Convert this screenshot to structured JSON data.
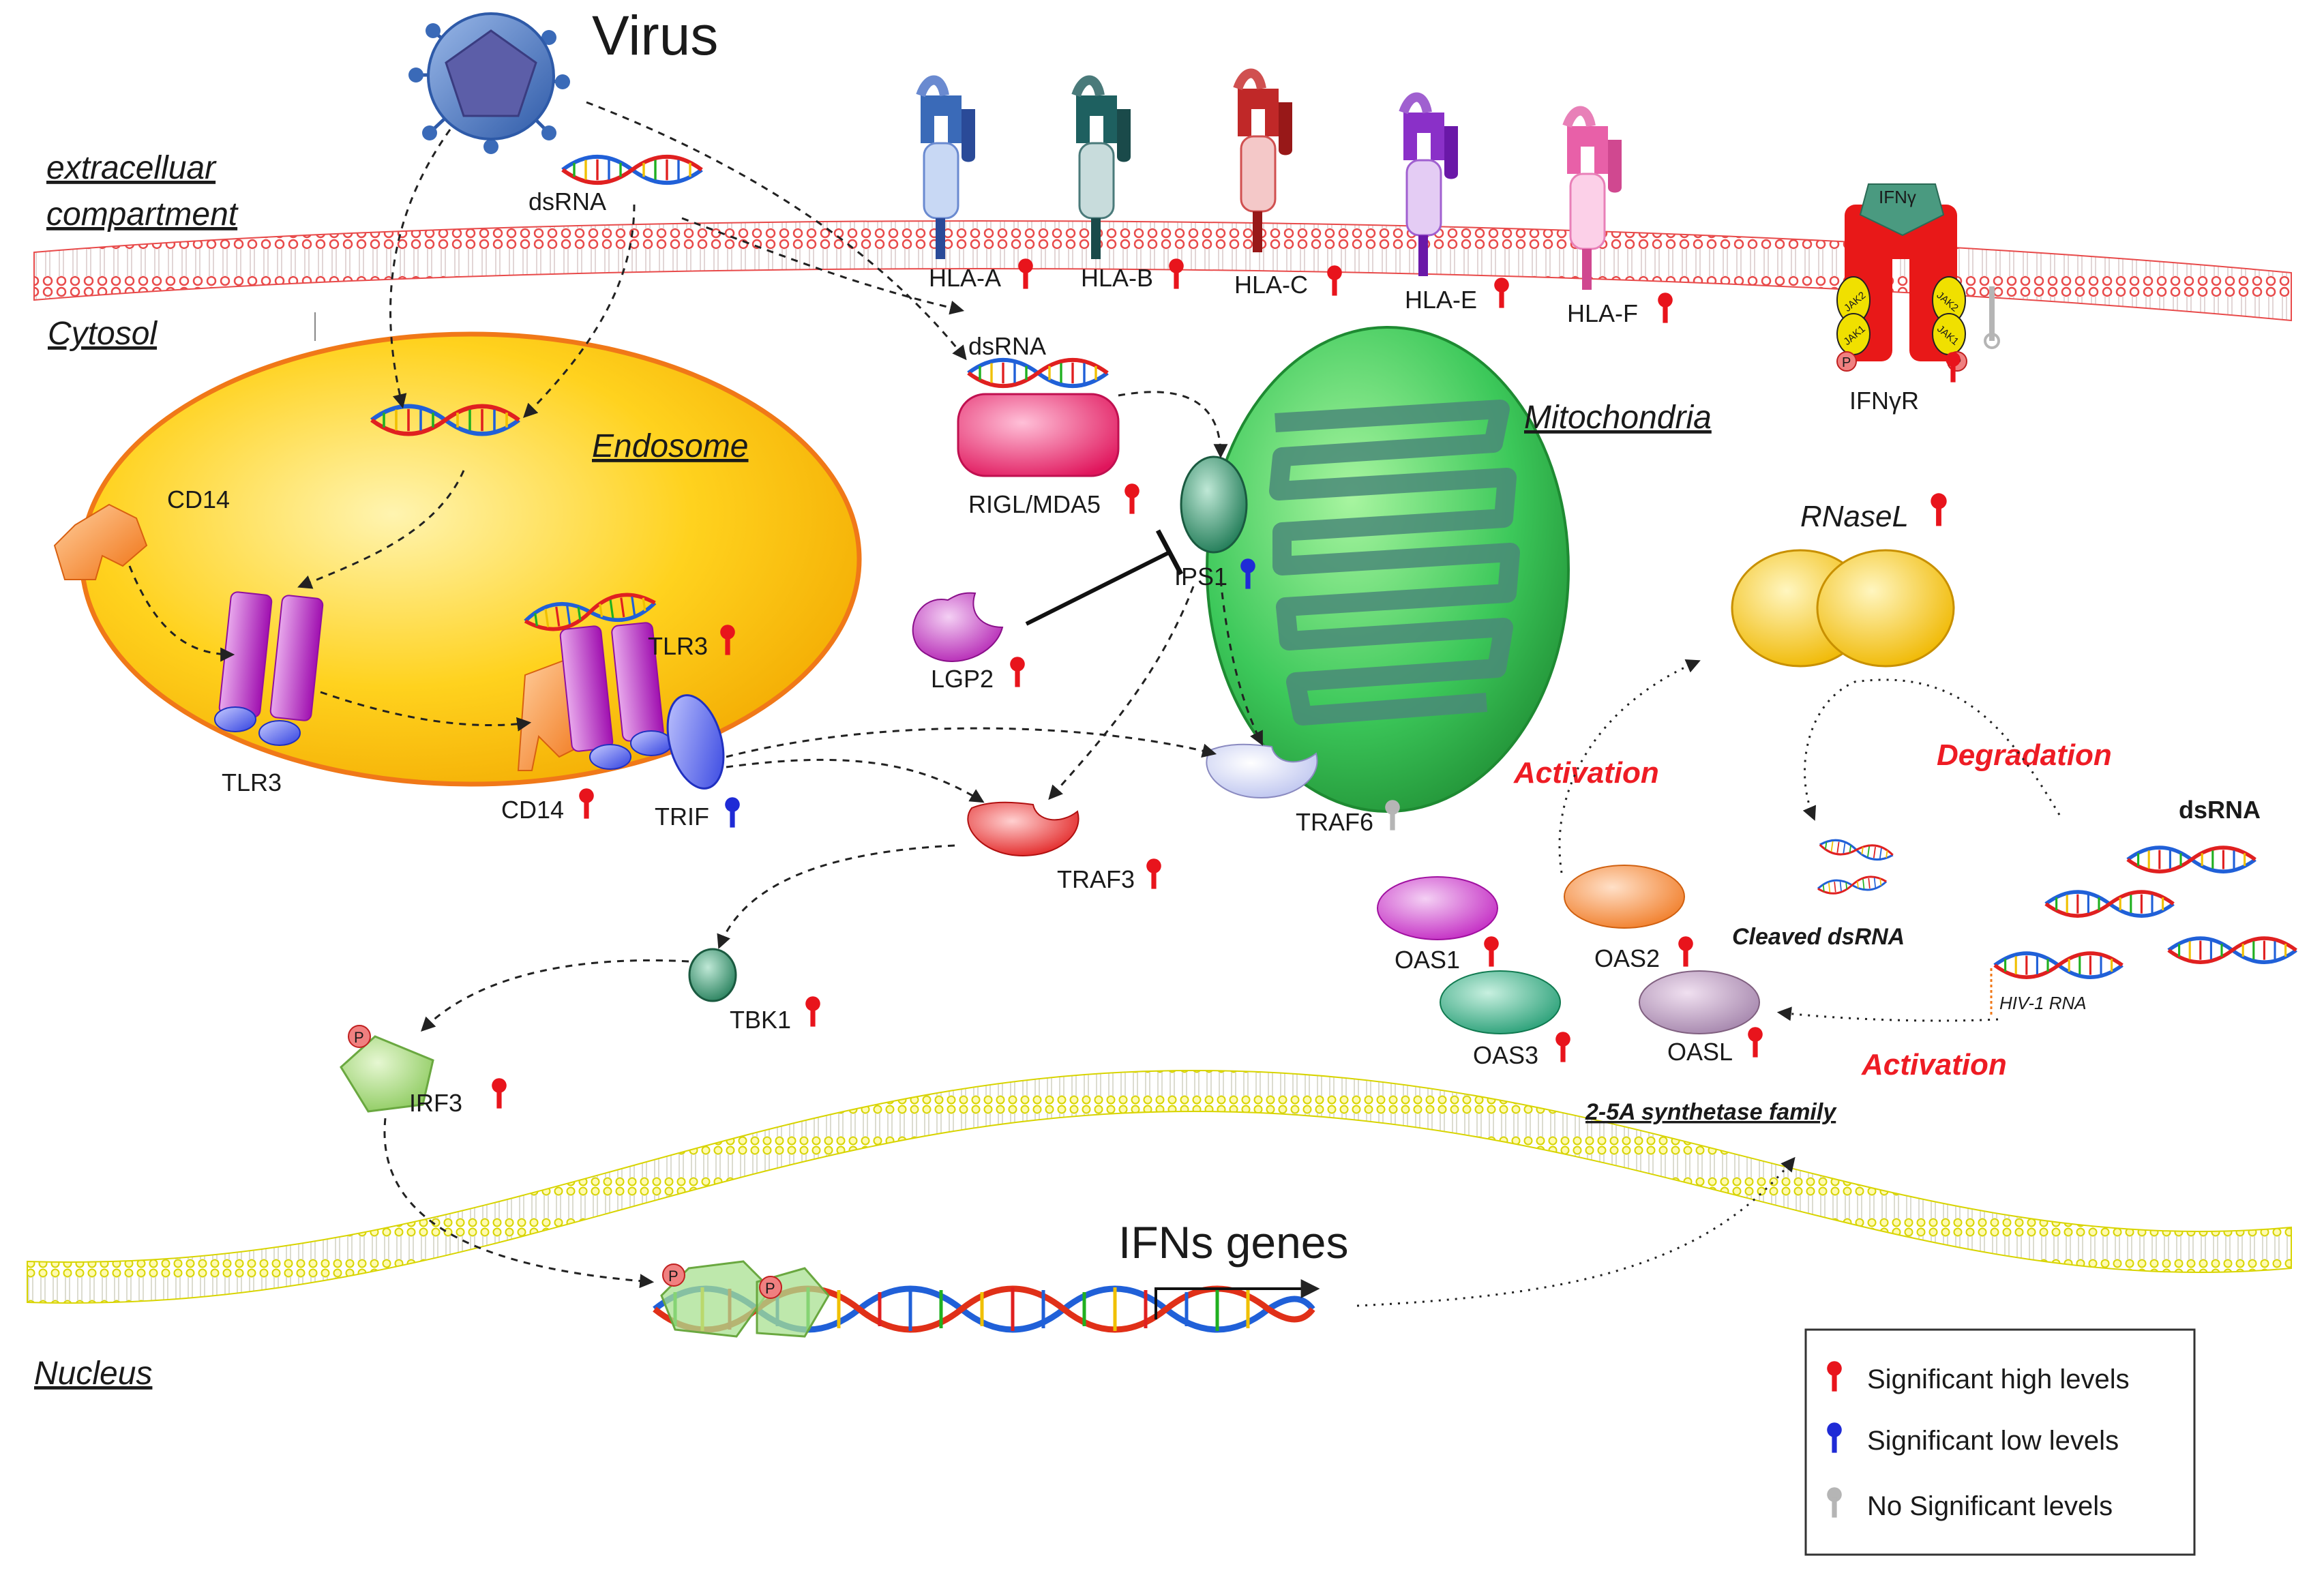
{
  "title": "Virus",
  "compartments": {
    "extracellular": [
      "extracelluar",
      "compartment"
    ],
    "cytosol": "Cytosol",
    "endosome": "Endosome",
    "mitochondria": "Mitochondria",
    "nucleus": "Nucleus"
  },
  "labels": {
    "dsrna_top": "dsRNA",
    "dsrna_rig": "dsRNA",
    "hla_a": "HLA-A",
    "hla_b": "HLA-B",
    "hla_c": "HLA-C",
    "hla_e": "HLA-E",
    "hla_f": "HLA-F",
    "ifng": "IFNγ",
    "ifngr": "IFNγR",
    "jak2": "JAK2",
    "jak1": "JAK1",
    "p": "P",
    "cd14_top": "CD14",
    "cd14_bottom": "CD14",
    "tlr3_left": "TLR3",
    "tlr3_right": "TLR3",
    "trif": "TRIF",
    "rigl": "RIGL/MDA5",
    "ips1": "IPS1",
    "lgp2": "LGP2",
    "traf3": "TRAF3",
    "traf6": "TRAF6",
    "tbk1": "TBK1",
    "irf3": "IRF3",
    "ifns_genes": "IFNs genes",
    "rnasel": "RNaseL",
    "activation_top": "Activation",
    "activation_bottom": "Activation",
    "degradation": "Degradation",
    "dsrna_right": "dsRNA",
    "cleaved_dsrna": "Cleaved dsRNA",
    "hiv_rna": "HIV-1 RNA",
    "oas1": "OAS1",
    "oas2": "OAS2",
    "oas3": "OAS3",
    "oasl": "OASL",
    "synthetase_family": "2-5A synthetase family"
  },
  "legend": {
    "high": "Significant high levels",
    "low": "Significant low levels",
    "none": "No Significant  levels"
  },
  "colors": {
    "high": "#e8141c",
    "low": "#1f2bd6",
    "none": "#b5b5b5",
    "membrane": "#e84a4a",
    "nuclear_membrane": "#e6e600",
    "activation": "#ee1c24"
  }
}
